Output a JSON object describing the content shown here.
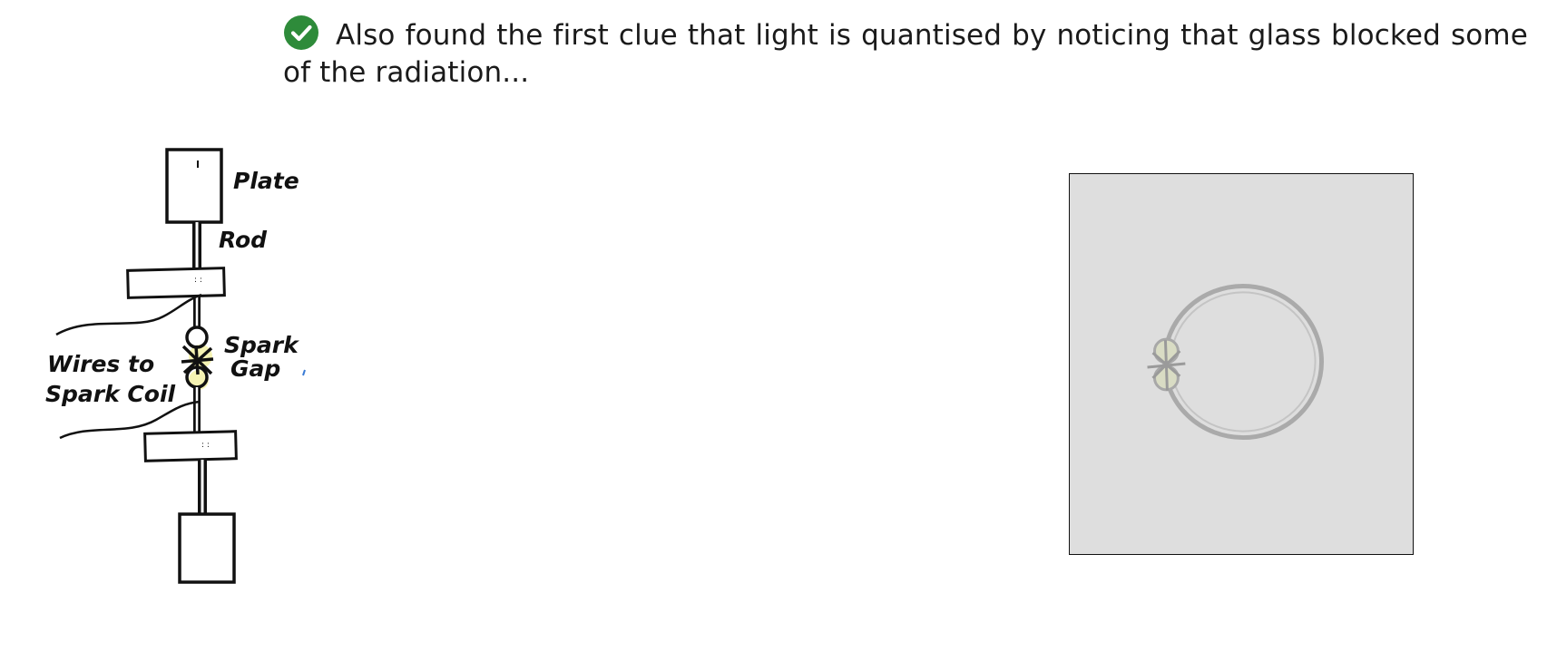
{
  "bullet": {
    "icon": "check-circle-icon",
    "icon_color": "#2e8b3a",
    "text": "Also found the first clue that light is quantised by noticing that glass blocked some of the radiation..."
  },
  "apparatus_diagram": {
    "labels": {
      "plate": "Plate",
      "rod": "Rod",
      "spark_gap_line1": "Spark",
      "spark_gap_line2": "Gap",
      "wires_line1": "Wires to",
      "wires_line2": "Spark Coil"
    },
    "spark_color": "#f3f0a0"
  },
  "resonator_panel": {
    "background": "#dedede",
    "ring_color": "#aaaaaa"
  }
}
